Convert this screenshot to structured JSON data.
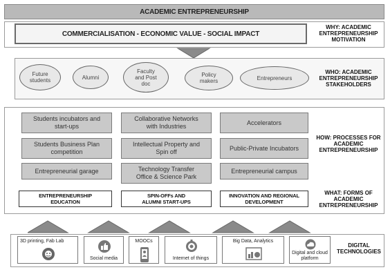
{
  "header": {
    "title": "ACADEMIC ENTREPRENEURSHIP"
  },
  "why": {
    "box_text": "COMMERCIALISATION - ECONOMIC VALUE - SOCIAL IMPACT",
    "label": [
      "WHY: ACADEMIC",
      "ENTREPRENEURSHIP",
      "MOTIVATION"
    ]
  },
  "who": {
    "stakeholders": [
      [
        "Future",
        "students"
      ],
      [
        "Alumni"
      ],
      [
        "Faculty",
        "and Post",
        "doc"
      ],
      [
        "Policy",
        "makers"
      ],
      [
        "Entrepreneurs"
      ]
    ],
    "label": [
      "WHO: ACADEMIC",
      "ENTREPRENEURSHIP",
      "STAKEHOLDERS"
    ]
  },
  "how": {
    "columns": [
      [
        [
          "Students incubators and",
          "start-ups"
        ],
        [
          "Students Business Plan",
          "competition"
        ],
        [
          "Entrepreneurial garage"
        ]
      ],
      [
        [
          "Collaborative Networks",
          "with Industries"
        ],
        [
          "Intellectual Property and",
          "Spin off"
        ],
        [
          "Technology Transfer",
          "Office & Science Park"
        ]
      ],
      [
        [
          "Accelerators"
        ],
        [
          "Public-Private Incubators"
        ],
        [
          "Entrepreneurial campus"
        ]
      ]
    ],
    "label": [
      "HOW: PROCESSES FOR",
      "ACADEMIC",
      "ENTREPRENEURSHIP"
    ]
  },
  "what": {
    "forms": [
      [
        "ENTREPRENEURSHIP",
        "EDUCATION"
      ],
      [
        "SPIN-OFFs  AND",
        "ALUMNI START-UPS"
      ],
      [
        "INNOVATION AND REGIONAL",
        "DEVELOPMENT"
      ]
    ],
    "label": [
      "WHAT: FORMS OF",
      "ACADEMIC",
      "ENTREPRENEURSHIP"
    ]
  },
  "digital": {
    "technologies": [
      {
        "label": "3D printing, Fab Lab",
        "icon": "printer-face-icon"
      },
      {
        "label": "Social media",
        "icon": "thumbs-up-icon"
      },
      {
        "label": "MOOCs",
        "icon": "phone-user-icon"
      },
      {
        "label": "Internet of things",
        "icon": "iot-signal-icon"
      },
      {
        "label": "Big Data, Analytics",
        "icon": "analytics-chart-icon"
      },
      {
        "label": "Digital and cloud platform",
        "icon": "cloud-icon"
      }
    ],
    "label": [
      "DIGITAL",
      "TECHNOLOGIES"
    ]
  },
  "colors": {
    "grey_box": "#c9c9c9",
    "arrow": "#8a8a8a",
    "border": "#6a6a6a"
  }
}
